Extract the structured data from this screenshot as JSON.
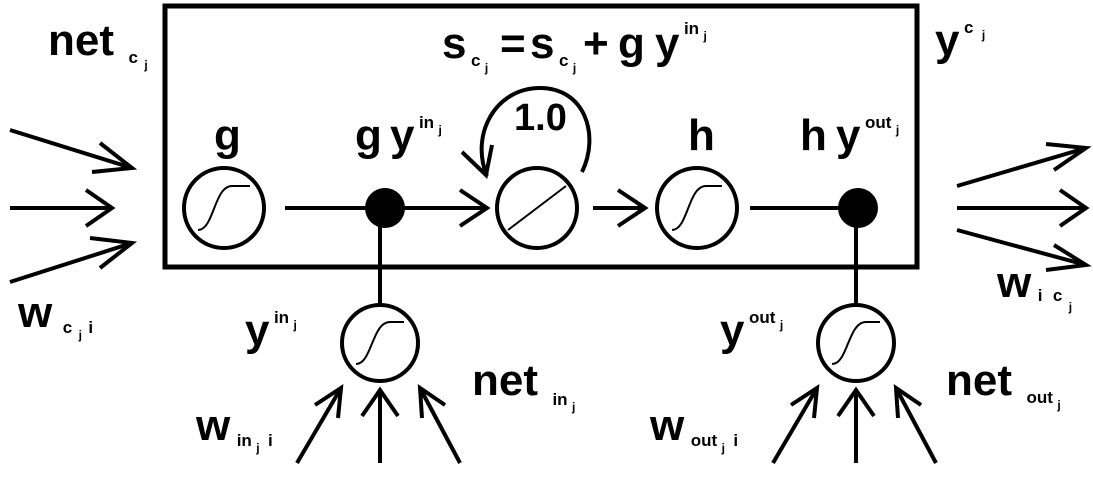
{
  "colors": {
    "ink": "#000000",
    "background": "#ffffff"
  },
  "cell": {
    "state_equation": {
      "s": "s",
      "c": "c",
      "j": "j",
      "eq": "=",
      "plus": "+",
      "g": "g",
      "y": "y",
      "in": "in"
    },
    "self_loop_weight": "1.0",
    "squash_g": "g",
    "gated_input": {
      "g": "g",
      "y": "y",
      "in": "in",
      "j": "j"
    },
    "squash_h": "h",
    "gated_output": {
      "h": "h",
      "y": "y",
      "out": "out",
      "j": "j"
    }
  },
  "outside": {
    "net_c": {
      "base": "net",
      "c": "c",
      "j": "j"
    },
    "w_c_i": {
      "base": "w",
      "c": "c",
      "j": "j",
      "i": "i"
    },
    "y_c": {
      "base": "y",
      "c": "c",
      "j": "j"
    },
    "w_i_c": {
      "base": "w",
      "i": "i",
      "c": "c",
      "j": "j"
    },
    "y_in": {
      "base": "y",
      "in": "in",
      "j": "j"
    },
    "net_in": {
      "base": "net",
      "in": "in",
      "j": "j"
    },
    "w_in_i": {
      "base": "w",
      "in": "in",
      "j": "j",
      "i": "i"
    },
    "y_out": {
      "base": "y",
      "out": "out",
      "j": "j"
    },
    "net_out": {
      "base": "net",
      "out": "out",
      "j": "j"
    },
    "w_out_i": {
      "base": "w",
      "out": "out",
      "j": "j",
      "i": "i"
    }
  },
  "icons": {
    "sigmoid": "sigmoid-icon",
    "linear": "linear-icon",
    "multiply": "multiply-node-icon",
    "arrow": "arrow-icon"
  }
}
